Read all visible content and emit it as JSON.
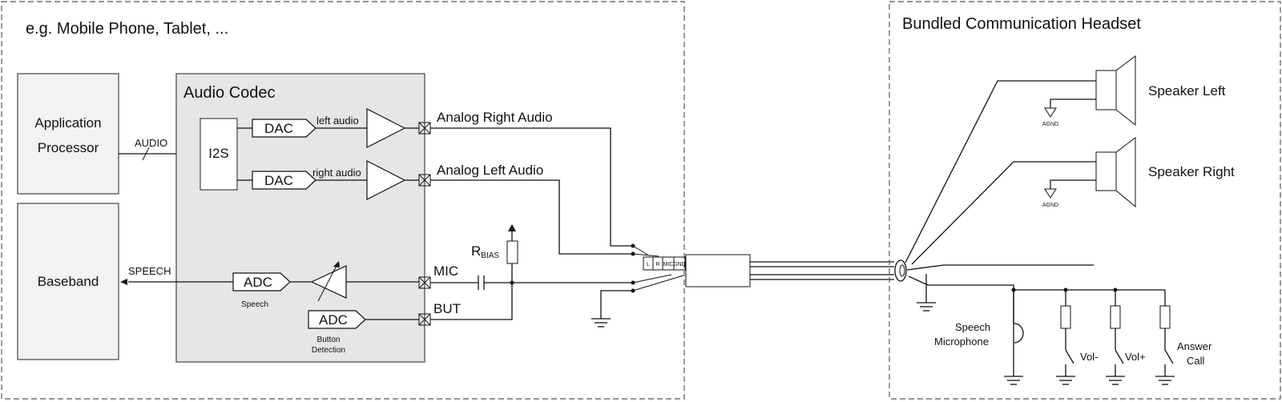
{
  "mobile": {
    "title": "e.g. Mobile Phone, Tablet, ...",
    "app_processor": [
      "Application",
      "Processor"
    ],
    "baseband": "Baseband",
    "audio_label": "AUDIO",
    "speech_label": "SPEECH",
    "codec": {
      "title": "Audio Codec",
      "i2s": "I2S",
      "dac": "DAC",
      "adc": "ADC",
      "left_audio": "left audio",
      "right_audio": "right audio",
      "speech_caption": "Speech",
      "button_detection": [
        "Button",
        "Detection"
      ]
    },
    "pins": {
      "analog_right": "Analog Right Audio",
      "analog_left": "Analog Left Audio",
      "mic": "MIC",
      "but": "BUT"
    },
    "rbias": {
      "main": "R",
      "sub": "BIAS"
    },
    "jack": [
      "L",
      "R",
      "MIC",
      "GND"
    ]
  },
  "headset": {
    "title": "Bundled Communication Headset",
    "speaker_left": "Speaker Left",
    "speaker_right": "Speaker Right",
    "agnd": "AGND",
    "microphone": [
      "Speech",
      "Microphone"
    ],
    "vol_minus": "Vol-",
    "vol_plus": "Vol+",
    "answer_call": [
      "Answer",
      "Call"
    ]
  },
  "colors": {
    "border": "#555555",
    "block_fill": "#f2f2f2",
    "codec_fill": "#e6e6e6",
    "line": "#111111"
  }
}
